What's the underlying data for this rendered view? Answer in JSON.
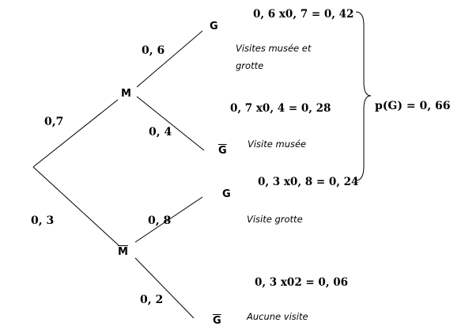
{
  "nodes": {
    "m": "M",
    "m_bar": "M",
    "g_top": "G",
    "g_bar_top": "G",
    "g_mid": "G",
    "g_bar_bottom": "G"
  },
  "probabilities": {
    "p_m": "0,7",
    "p_m_bar": "0, 3",
    "p_g_given_m": "0, 6",
    "p_gbar_given_m": "0, 4",
    "p_g_given_mbar": "0, 8",
    "p_gbar_given_mbar": "0, 2"
  },
  "calculations": {
    "path1": "0, 6 x0, 7 = 0, 42",
    "path2": "0, 7 x0, 4 = 0, 28",
    "path3": "0, 3 x0, 8 = 0, 24",
    "path4": "0, 3 x02 = 0, 06"
  },
  "descriptions": {
    "path1_line1": "Visites musée et",
    "path1_line2": "grotte",
    "path2": "Visite musée",
    "path3": "Visite grotte",
    "path4": "Aucune visite"
  },
  "total": "p(G) = 0, 66",
  "colors": {
    "line": "#000000",
    "text": "#000000",
    "background": "#ffffff"
  }
}
